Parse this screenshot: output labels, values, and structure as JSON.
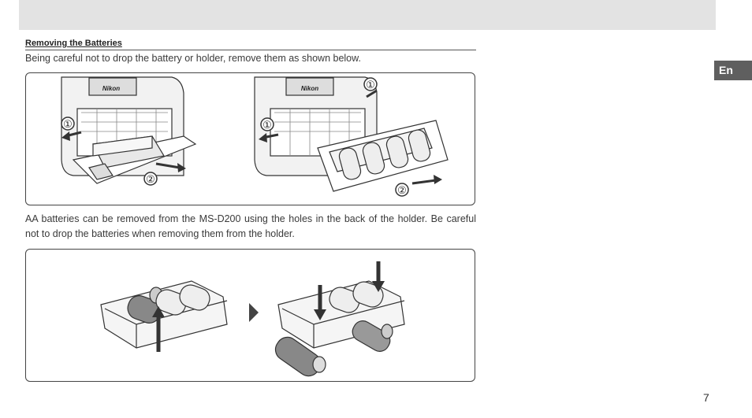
{
  "header": {
    "language_tab": "En"
  },
  "section": {
    "heading": "Removing the Batteries",
    "intro": "Being careful not to drop the battery or holder, remove them as shown below.",
    "aa_note": "AA batteries can be removed from the MS-D200 using the holes in the back of the holder.  Be careful not to drop the batteries when removing them from the holder."
  },
  "figure1": {
    "left_step1": "①",
    "left_step2": "②",
    "right_step1a": "①",
    "right_step1b": "①",
    "right_step2": "②",
    "logo": "Nikon"
  },
  "figure2": {
    "arrow": "right-triangle-arrow"
  },
  "footer": {
    "page_number": "7"
  },
  "colors": {
    "band": "#e3e3e3",
    "tab": "#5f5f5f",
    "border": "#444444"
  }
}
